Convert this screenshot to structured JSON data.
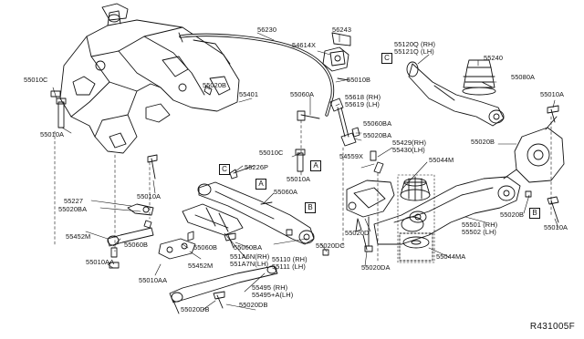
{
  "diagram": {
    "reference_code": "R431005F",
    "callouts": [
      {
        "id": "p56230",
        "lines": [
          "56230"
        ]
      },
      {
        "id": "p56243",
        "lines": [
          "56243"
        ]
      },
      {
        "id": "p54614x",
        "lines": [
          "54614X"
        ]
      },
      {
        "id": "p55010b",
        "lines": [
          "55010B"
        ]
      },
      {
        "id": "p55120q",
        "lines": [
          "55120Q (RH)",
          "55121Q (LH)"
        ]
      },
      {
        "id": "p55240",
        "lines": [
          "55240"
        ]
      },
      {
        "id": "p55080a",
        "lines": [
          "55080A"
        ]
      },
      {
        "id": "p55010c",
        "lines": [
          "55010C"
        ]
      },
      {
        "id": "p55020b_top",
        "lines": [
          "55020B"
        ]
      },
      {
        "id": "p55401",
        "lines": [
          "55401"
        ]
      },
      {
        "id": "p55060a_top",
        "lines": [
          "55060A"
        ]
      },
      {
        "id": "p55618",
        "lines": [
          "55618 (RH)",
          "55619 (LH)"
        ]
      },
      {
        "id": "p55010a_right",
        "lines": [
          "55010A"
        ]
      },
      {
        "id": "p55010a_left",
        "lines": [
          "55010A"
        ]
      },
      {
        "id": "p55060ba_top",
        "lines": [
          "55060BA"
        ]
      },
      {
        "id": "p55020ba_mid",
        "lines": [
          "55020BA"
        ]
      },
      {
        "id": "p55010c_mid",
        "lines": [
          "55010C"
        ]
      },
      {
        "id": "p55429",
        "lines": [
          "55429(RH)",
          "55430(LH)"
        ]
      },
      {
        "id": "p55020b_right",
        "lines": [
          "55020B"
        ]
      },
      {
        "id": "p54559x",
        "lines": [
          "54559X"
        ]
      },
      {
        "id": "p55044m",
        "lines": [
          "55044M"
        ]
      },
      {
        "id": "p55226p",
        "lines": [
          "55226P"
        ]
      },
      {
        "id": "p55010a_mid",
        "lines": [
          "55010A"
        ]
      },
      {
        "id": "p55010a_lower",
        "lines": [
          "55010A"
        ]
      },
      {
        "id": "p55060a_mid",
        "lines": [
          "55060A"
        ]
      },
      {
        "id": "p55227",
        "lines": [
          "55227"
        ]
      },
      {
        "id": "p55020ba_left",
        "lines": [
          "55020BA"
        ]
      },
      {
        "id": "p55020b_rr",
        "lines": [
          "55020B"
        ]
      },
      {
        "id": "p55010a_rr",
        "lines": [
          "55010A"
        ]
      },
      {
        "id": "p55060b",
        "lines": [
          "55060B"
        ]
      },
      {
        "id": "p55020dc",
        "lines": [
          "55020DC"
        ]
      },
      {
        "id": "p55020d",
        "lines": [
          "55020D"
        ]
      },
      {
        "id": "p55501",
        "lines": [
          "55501 (RH)",
          "55502 (LH)"
        ]
      },
      {
        "id": "p55452m_left",
        "lines": [
          "55452M"
        ]
      },
      {
        "id": "p55060b_mid",
        "lines": [
          "55060B"
        ]
      },
      {
        "id": "p55060ba_mid",
        "lines": [
          "55060BA"
        ]
      },
      {
        "id": "p55110",
        "lines": [
          "55110 (RH)",
          "55111 (LH)"
        ]
      },
      {
        "id": "p55020da",
        "lines": [
          "55020DA"
        ]
      },
      {
        "id": "p55044ma",
        "lines": [
          "55044MA"
        ]
      },
      {
        "id": "p55452m_mid",
        "lines": [
          "55452M"
        ]
      },
      {
        "id": "p551a6n",
        "lines": [
          "551A6N(RH)",
          "551A7N(LH)"
        ]
      },
      {
        "id": "p55010aa",
        "lines": [
          "55010AA"
        ]
      },
      {
        "id": "p55010aa_b",
        "lines": [
          "55010AA"
        ]
      },
      {
        "id": "p55495",
        "lines": [
          "55495 (RH)",
          "55495+A(LH)"
        ]
      },
      {
        "id": "p55020db_l",
        "lines": [
          "55020DB"
        ]
      },
      {
        "id": "p55020db_r",
        "lines": [
          "55020DB"
        ]
      }
    ],
    "ref_tags": [
      {
        "id": "tagC_top",
        "text": "C"
      },
      {
        "id": "tagA_top",
        "text": "A"
      },
      {
        "id": "tagC_mid",
        "text": "C"
      },
      {
        "id": "tagA_mid",
        "text": "A"
      },
      {
        "id": "tagB_mid",
        "text": "B"
      },
      {
        "id": "tagB_right",
        "text": "B"
      }
    ]
  }
}
